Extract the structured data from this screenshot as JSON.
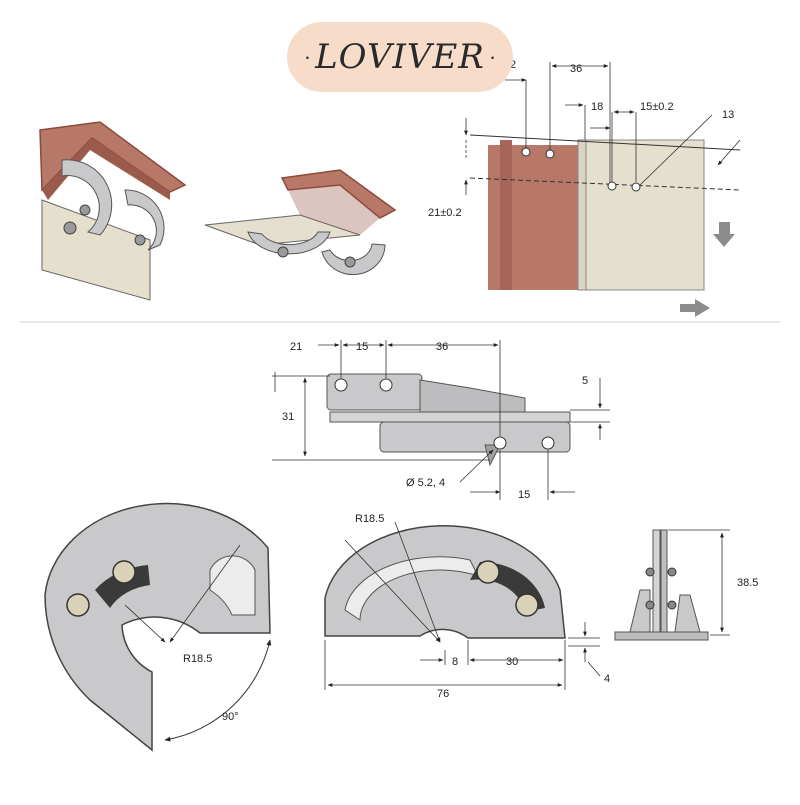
{
  "brand": {
    "name": "LOVIVER"
  },
  "colors": {
    "brand_pill": "#f6dcc9",
    "wood": "#b87867",
    "wood_edge": "#8a4a3c",
    "panel": "#e4e0cd",
    "metal": "#c9c9cb",
    "metal_dark": "#8a8a8c",
    "line": "#222222",
    "arrow": "#8c8c8c"
  },
  "mounting_view": {
    "dims": {
      "d2": "2",
      "d36": "36",
      "d18": "18",
      "d15": "15±0.2",
      "d13": "13",
      "d21": "21±0.2"
    }
  },
  "side_view": {
    "dims": {
      "d21": "21",
      "d15": "15",
      "d36": "36",
      "d5": "5",
      "d31": "31",
      "hole": "Ø 5.2, 4",
      "d15b": "15"
    }
  },
  "bottom_views": {
    "dims": {
      "r1": "R18.5",
      "r2": "R18.5",
      "angle": "90°",
      "d8": "8",
      "d30": "30",
      "d4": "4",
      "d76": "76",
      "d385": "38.5"
    }
  }
}
